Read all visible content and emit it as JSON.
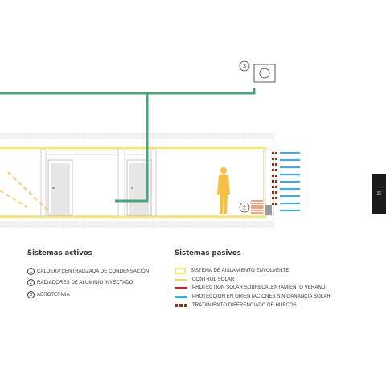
{
  "callouts": {
    "equipment_number": "3",
    "radiator_number": "2"
  },
  "active_systems": {
    "title": "Sistemas activos",
    "items": [
      {
        "number": "1",
        "label": "CALDERA CENTRALIZADA DE CONDENSACIÓN"
      },
      {
        "number": "2",
        "label": "RADIADORES DE ALUMINIO INYECTADO"
      },
      {
        "number": "3",
        "label": "AEROTERMIA"
      }
    ]
  },
  "passive_systems": {
    "title": "Sistemas pasivos",
    "items": [
      {
        "label": "SISTEMA DE AISLAMIENTO ENVOLVENTE",
        "color": "#f2e878",
        "style": "box"
      },
      {
        "label": "CONTROL SOLAR",
        "color": "#f6d283",
        "style": "line"
      },
      {
        "label": "PROTECTION SOLAR SOBRECALENTAMIENTO VERANO",
        "color": "#c8202a",
        "style": "line"
      },
      {
        "label": "PROTECCION EN ORIENTACIONES SIN GANANCIA SOLAR",
        "color": "#47a9dc",
        "style": "line"
      },
      {
        "label": "TRATAMIENTO DIFERENCIADO DE HUECOS",
        "color": "#7a3a22",
        "style": "dashed"
      }
    ]
  },
  "page_number": "31",
  "colors": {
    "pipe": "#4aa37a",
    "insulation": "#f2e878",
    "figure": "#f6bf45",
    "louvers": "#47a9dc",
    "radiator": "#e0683a",
    "brick": "#7a3a22"
  }
}
